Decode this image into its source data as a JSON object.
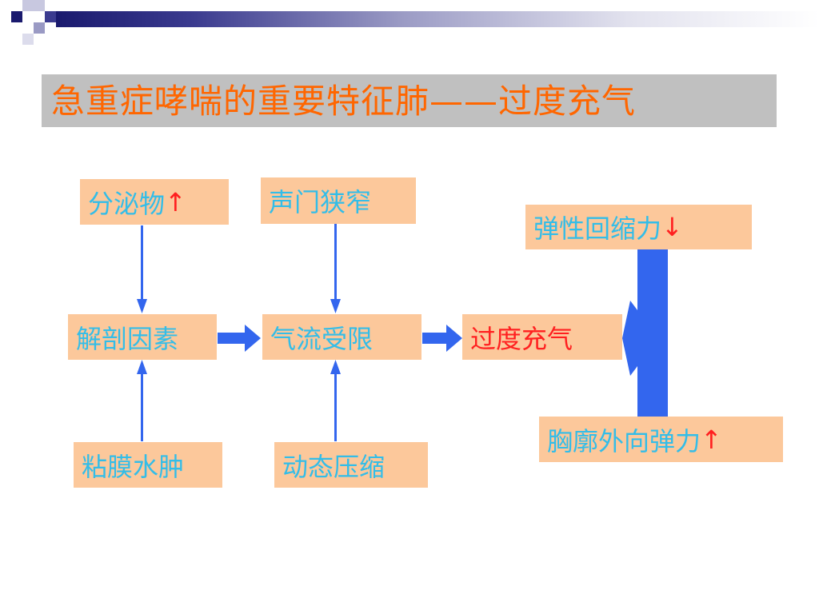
{
  "title": "急重症哮喘的重要特征肺——过度充气",
  "nodes": {
    "secretion": {
      "label": "分泌物",
      "arrow": "↑"
    },
    "glottis": {
      "label": "声门狭窄"
    },
    "recoil": {
      "label": "弹性回缩力",
      "arrow": "↓"
    },
    "anatomical": {
      "label": "解剖因素"
    },
    "airflow": {
      "label": "气流受限"
    },
    "hyperinflation": {
      "label": "过度充气"
    },
    "edema": {
      "label": "粘膜水肿"
    },
    "compression": {
      "label": "动态压缩"
    },
    "chestwall": {
      "label": "胸廓外向弹力",
      "arrow": "↑"
    }
  },
  "colors": {
    "title": "#ff6600",
    "title_bg": "#c0c0c0",
    "box_bg": "#fcc89b",
    "box_text": "#33bde8",
    "highlight_text": "#ff2020",
    "arrow": "#3366ee"
  }
}
